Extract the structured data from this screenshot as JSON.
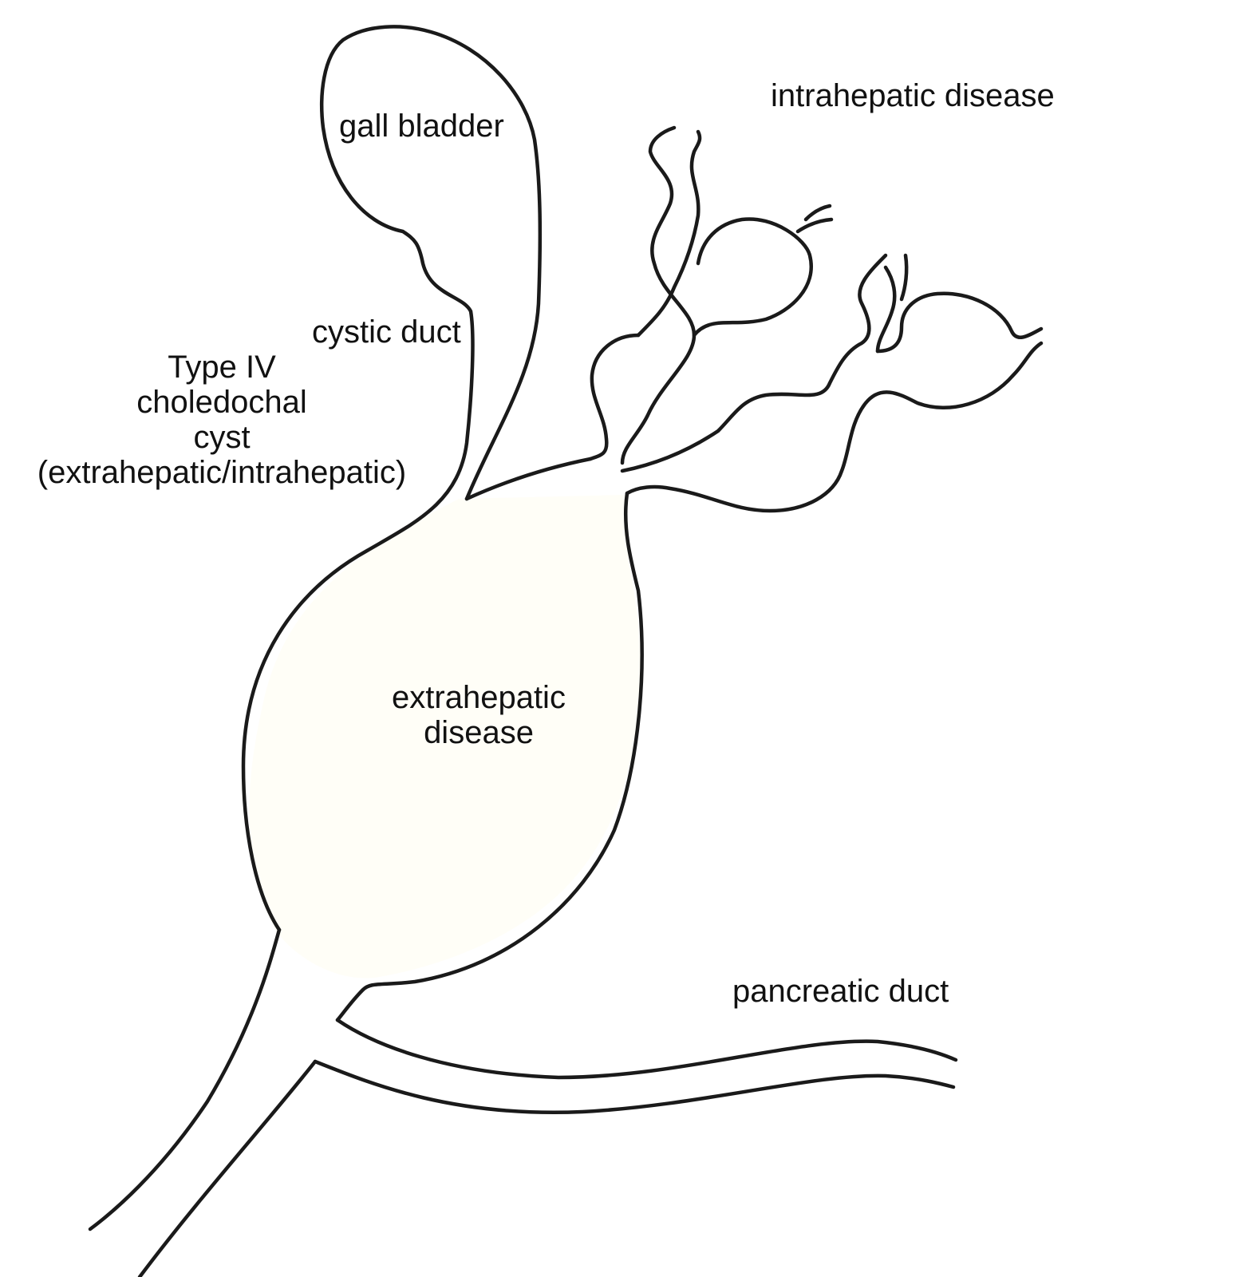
{
  "labels": {
    "intrahepatic_disease": "intrahepatic disease",
    "gall_bladder": "gall bladder",
    "cystic_duct": "cystic duct",
    "title_line1": "Type IV",
    "title_line2": "choledochal",
    "title_line3": "cyst",
    "title_line4": "(extrahepatic/intrahepatic)",
    "extrahepatic_line1": "extrahepatic",
    "extrahepatic_line2": "disease",
    "pancreatic_duct": "pancreatic duct"
  },
  "colors": {
    "outline": "#1a1a1a",
    "background": "#ffffff",
    "lumen_tint": "#fffef7"
  }
}
